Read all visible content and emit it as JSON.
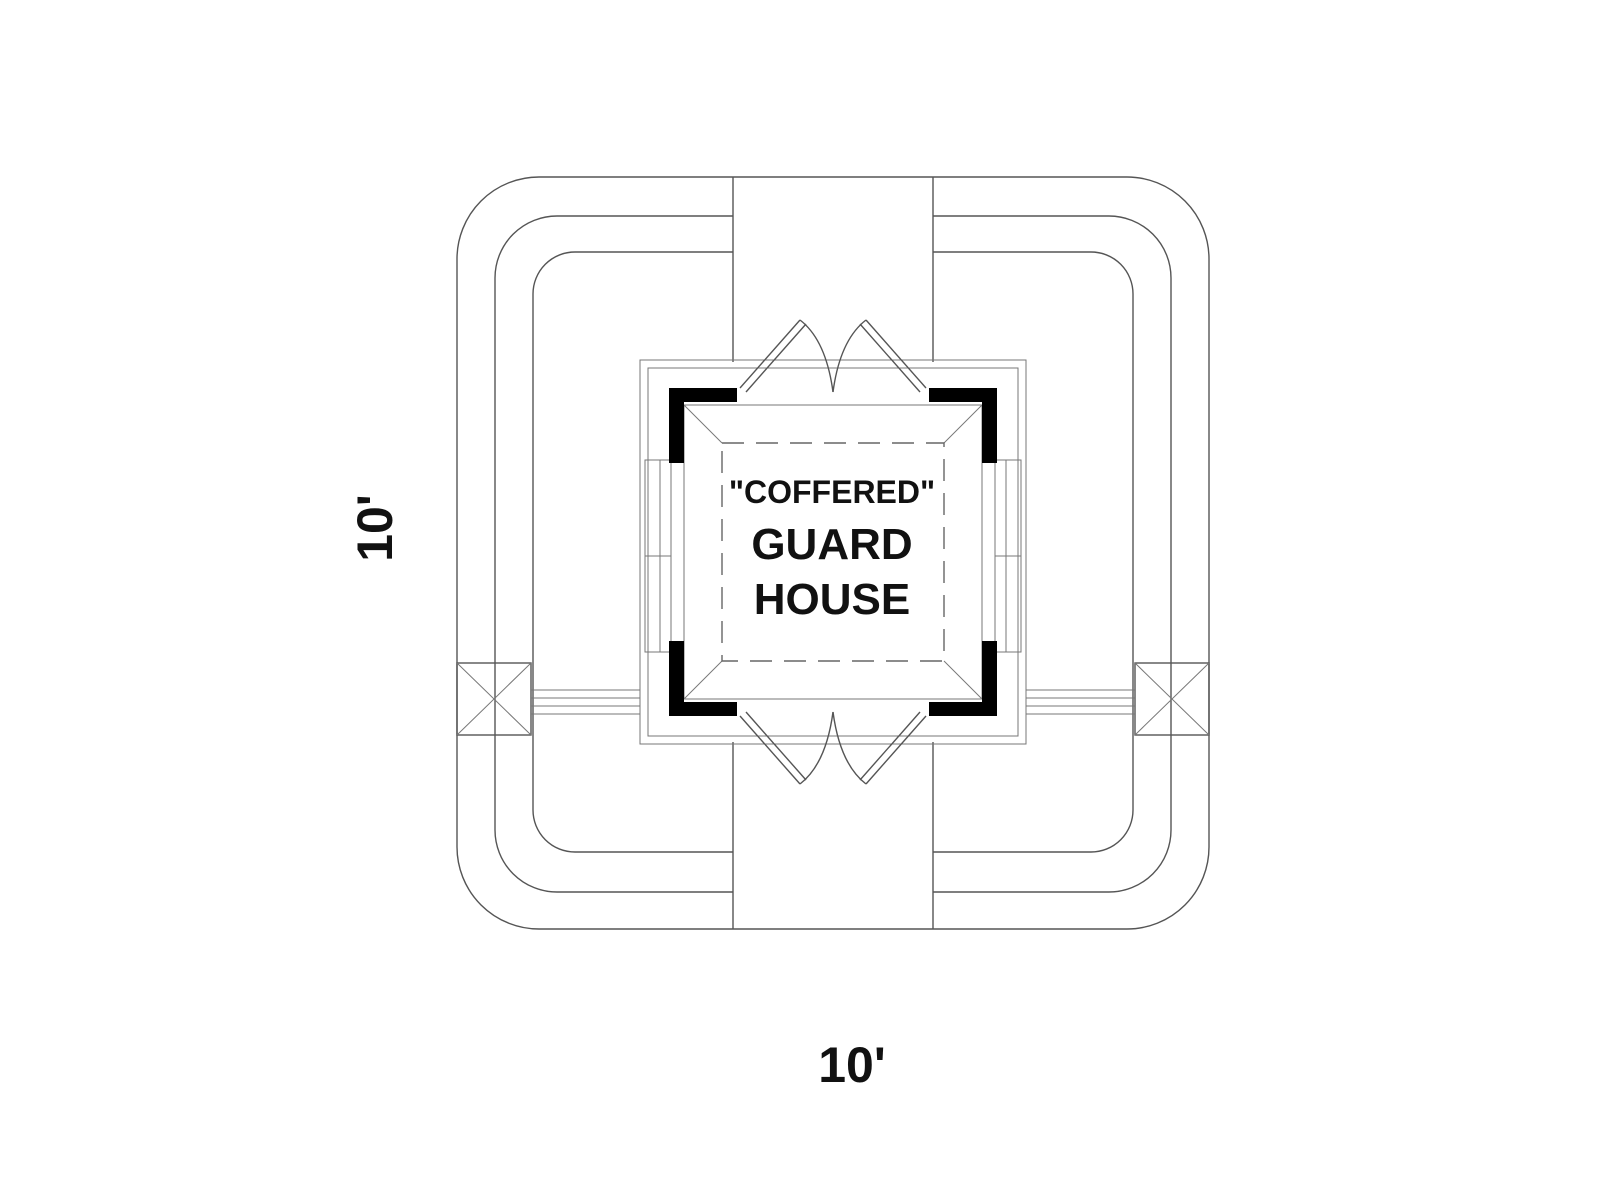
{
  "room": {
    "line1": "\"COFFERED\"",
    "line2": "GUARD",
    "line3": "HOUSE"
  },
  "dimensions": {
    "width": "10'",
    "depth": "10'"
  }
}
